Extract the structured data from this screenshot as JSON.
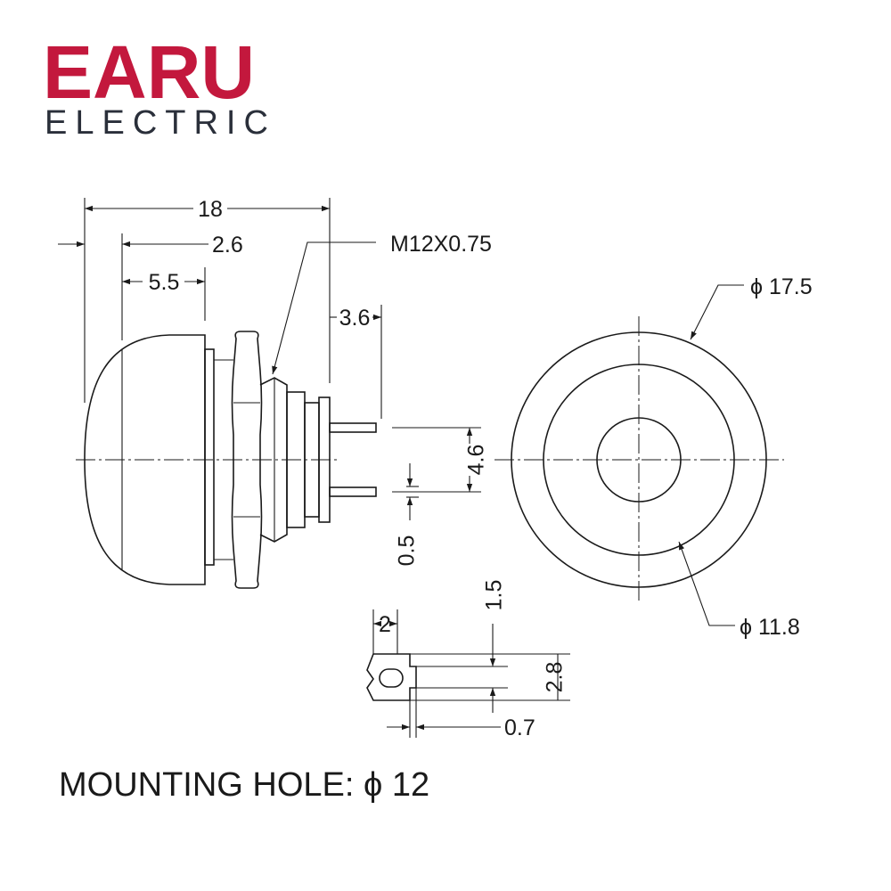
{
  "brand": {
    "name": "EARU",
    "tagline": "ELECTRIC",
    "primary_color": "#c3183d",
    "secondary_color": "#2a2f3a"
  },
  "dimensions": {
    "overall_length": "18",
    "cap_offset": "2.6",
    "cap_depth": "5.5",
    "thread": "M12X0.75",
    "terminal_length": "3.6",
    "terminal_spacing": "4.6",
    "terminal_thickness": "0.5",
    "outer_diameter": "ϕ 17.5",
    "inner_diameter": "ϕ 11.8",
    "tab_width": "2",
    "hole_height": "1.5",
    "tab_height": "2.8",
    "tab_gap": "0.7"
  },
  "footer": {
    "mounting_hole": "MOUNTING HOLE:  ϕ 12"
  }
}
